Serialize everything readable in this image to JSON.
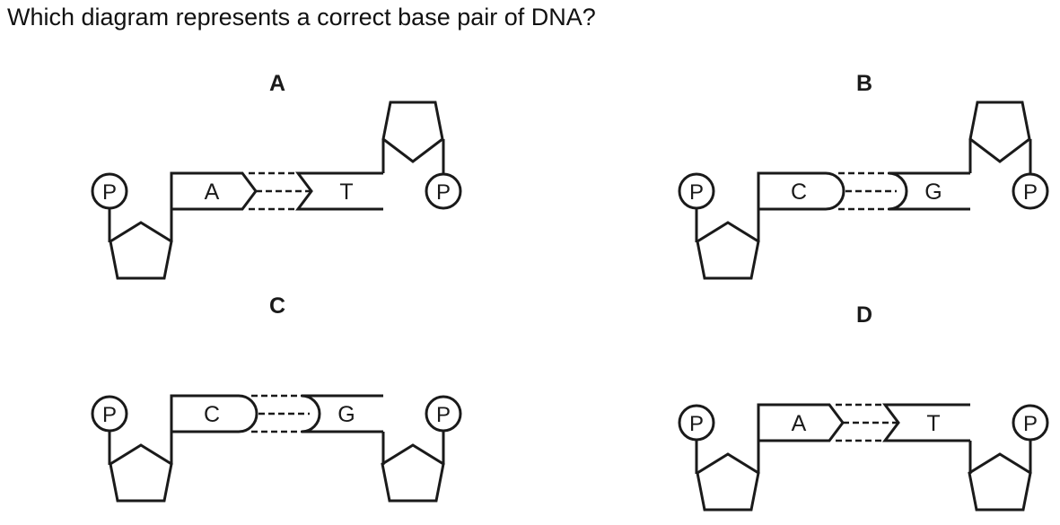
{
  "question": "Which diagram represents a correct base pair of DNA?",
  "phosphate_label": "P",
  "options": [
    {
      "label": "A",
      "left_base": "A",
      "right_base": "T",
      "pairing": "arrow",
      "right_sugar": "up"
    },
    {
      "label": "B",
      "left_base": "C",
      "right_base": "G",
      "pairing": "round",
      "right_sugar": "up"
    },
    {
      "label": "C",
      "left_base": "C",
      "right_base": "G",
      "pairing": "round",
      "right_sugar": "down"
    },
    {
      "label": "D",
      "left_base": "A",
      "right_base": "T",
      "pairing": "arrow",
      "right_sugar": "down"
    }
  ]
}
